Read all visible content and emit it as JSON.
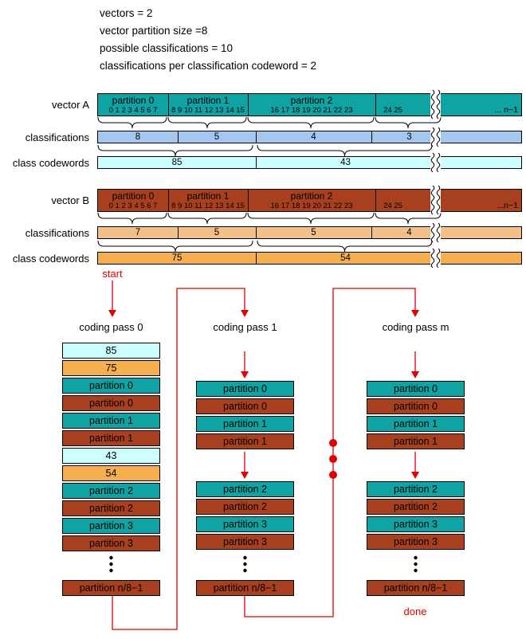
{
  "params": {
    "line1": "vectors = 2",
    "line2": "vector partition size =8",
    "line3": "possible classifications = 10",
    "line4": "classifications per classification codeword = 2"
  },
  "row_labels": {
    "vector_a": "vector A",
    "vector_b": "vector B",
    "classifications": "classifications",
    "class_codewords": "class codewords"
  },
  "flow": {
    "start": "start",
    "done": "done"
  },
  "vector_a": {
    "partitions": [
      "partition 0",
      "partition 1",
      "partition 2"
    ],
    "indices": [
      "0 1 2 3 4 5 6 7",
      "8 9 10 11 12 13 14 15",
      "16 17 18 19 20 21 22 23",
      "24 25",
      "... n−1"
    ],
    "classifications": [
      "8",
      "5",
      "4",
      "3"
    ],
    "codewords": [
      "85",
      "43"
    ]
  },
  "vector_b": {
    "partitions": [
      "partition 0",
      "partition 1",
      "partition 2"
    ],
    "indices": [
      "0 1 2 3 4 5 6 7",
      "8 9 10 11 12 13 14 15",
      "16 17 18 19 20 21 22 23",
      "24 25",
      "...n−1"
    ],
    "classifications": [
      "7",
      "5",
      "5",
      "4"
    ],
    "codewords": [
      "75",
      "54"
    ]
  },
  "passes": {
    "p0": {
      "title": "coding pass 0",
      "boxes": [
        "85",
        "75",
        "partition 0",
        "partition 0",
        "partition 1",
        "partition 1",
        "43",
        "54",
        "partition 2",
        "partition 2",
        "partition 3",
        "partition 3"
      ],
      "last": "partition n/8−1"
    },
    "p1": {
      "title": "coding pass 1",
      "group1": [
        "partition 0",
        "partition 0",
        "partition 1",
        "partition 1"
      ],
      "group2": [
        "partition 2",
        "partition 2",
        "partition 3",
        "partition 3"
      ],
      "last": "partition n/8−1"
    },
    "pm": {
      "title": "coding pass m",
      "group1": [
        "partition 0",
        "partition 0",
        "partition 1",
        "partition 1"
      ],
      "group2": [
        "partition 2",
        "partition 2",
        "partition 3",
        "partition 3"
      ],
      "last": "partition n/8−1"
    }
  },
  "colors": {
    "teal": "#10A3A3",
    "brown": "#A8401F",
    "light_blue": "#A3C8F0",
    "pale_cyan": "#CCFFFF",
    "tan": "#F2C189",
    "orange": "#F5AF4F",
    "red": "#E00000"
  }
}
